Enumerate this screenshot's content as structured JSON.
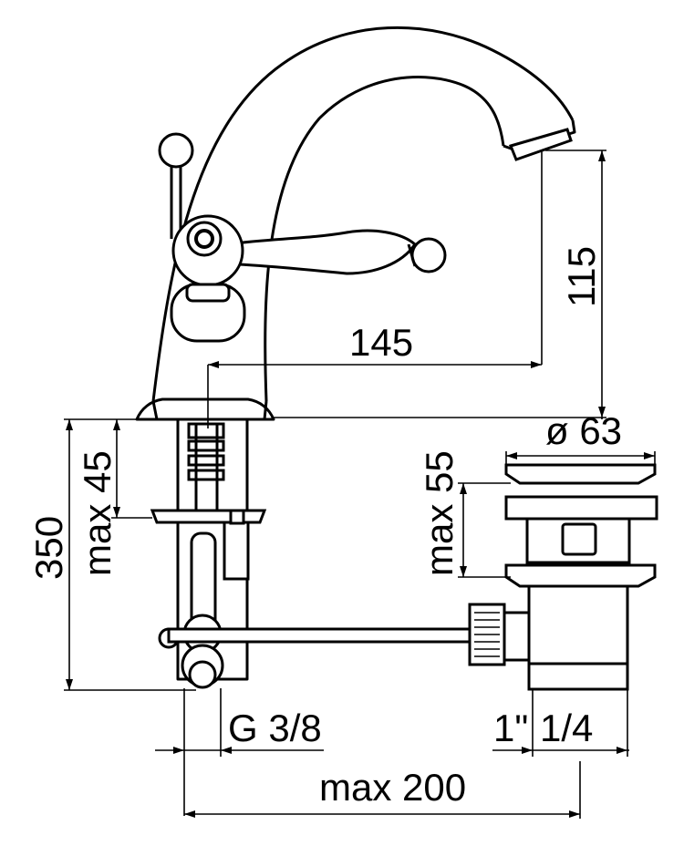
{
  "dimensions": {
    "spout_reach": "145",
    "spout_height": "115",
    "above_deck_height": "350",
    "deck_thickness": "max 45",
    "thread": "G 3/8",
    "overall_depth": "max 200",
    "waste_diameter": "ø 63",
    "waste_deck_thickness": "max 55",
    "waste_thread_a": "1\"",
    "waste_thread_b": "1/4"
  }
}
